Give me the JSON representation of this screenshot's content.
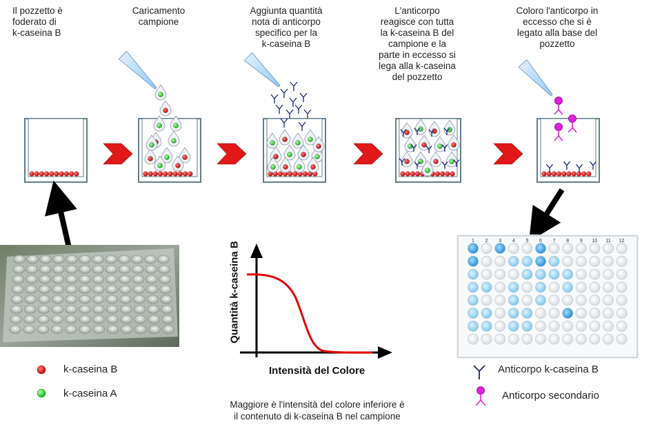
{
  "steps": [
    {
      "caption": "Il pozzetto è\nfoderato di\nk-caseina B"
    },
    {
      "caption": "Caricamento\ncampione"
    },
    {
      "caption": "Aggiunta quantità\nnota di anticorpo\nspecifico per la\nk-caseina B"
    },
    {
      "caption": "L'anticorpo\nreagisce con tutta\nla k-caseina B del\ncampione e la\nparte in eccesso si\nlega alla k-caseina\ndel pozzetto"
    },
    {
      "caption": "Coloro l'anticorpo in\neccesso che si è\nlegato alla base del\npozzetto"
    }
  ],
  "legend_left": [
    {
      "label": "k-caseina B",
      "color": "#e01010"
    },
    {
      "label": "k-caseina A",
      "color": "#18d818"
    }
  ],
  "legend_right": [
    {
      "label": "Anticorpo k-caseina B",
      "color": "#1a237e"
    },
    {
      "label": "Anticorpo secondario",
      "color": "#e020e0"
    }
  ],
  "graph": {
    "ylabel": "Quantità k-caseina B",
    "xlabel": "Intensità del Colore",
    "note": "Maggiore è l'intensità del colore inferiore è\nil contenuto di k-caseina B nel campione",
    "curve_color": "#e00000"
  },
  "plate": {
    "column_numbers": [
      "1",
      "2",
      "3",
      "4",
      "5",
      "6",
      "7",
      "8",
      "9",
      "10",
      "11",
      "12"
    ]
  },
  "colors": {
    "well_border": "#607d8b",
    "well_fill": "#ffffff",
    "arrow": "#e02020",
    "tip": "#90caf9"
  }
}
